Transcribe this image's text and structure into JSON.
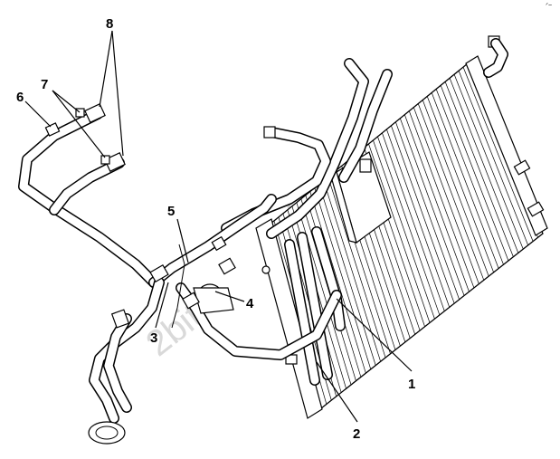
{
  "diagram": {
    "callouts": [
      {
        "id": "1",
        "text": "1"
      },
      {
        "id": "2",
        "text": "2"
      },
      {
        "id": "3",
        "text": "3"
      },
      {
        "id": "4",
        "text": "4"
      },
      {
        "id": "5",
        "text": "5"
      },
      {
        "id": "6",
        "text": "6"
      },
      {
        "id": "7",
        "text": "7"
      },
      {
        "id": "8",
        "text": "8"
      }
    ],
    "watermark": "2bit",
    "corner_mark": "ᐟ~"
  }
}
